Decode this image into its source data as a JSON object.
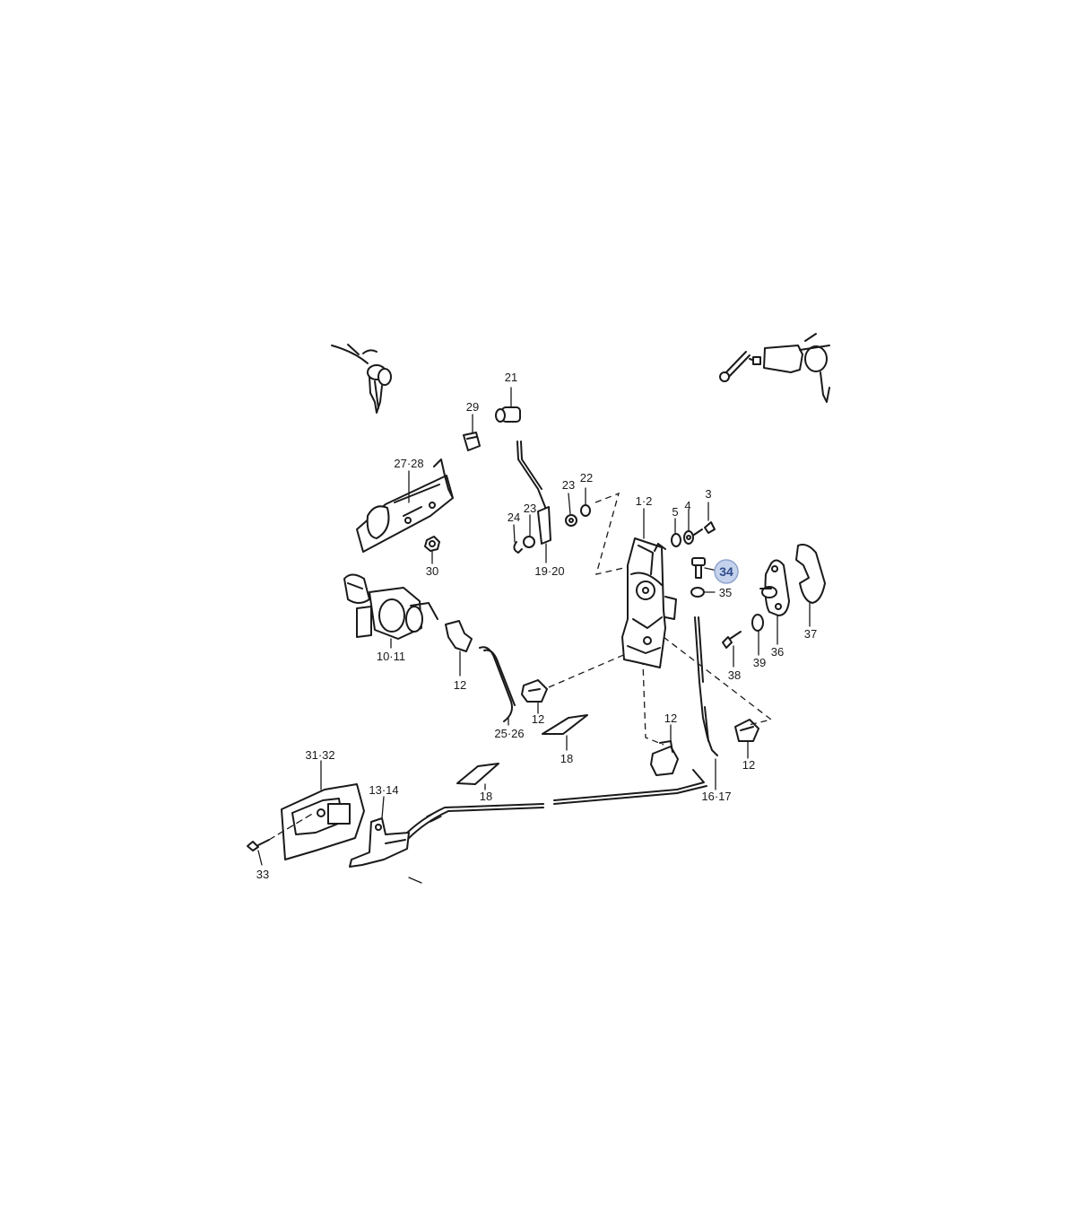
{
  "callouts": {
    "c21": "21",
    "c29": "29",
    "c27_28": "27·28",
    "c23a": "23",
    "c22": "22",
    "c24": "24",
    "c23b": "23",
    "c19_20": "19·20",
    "c1_2": "1·2",
    "c5": "5",
    "c4": "4",
    "c3": "3",
    "c30": "30",
    "c34": "34",
    "c35": "35",
    "c36": "36",
    "c37": "37",
    "c38": "38",
    "c39": "39",
    "c10_11": "10·11",
    "c12a": "12",
    "c25_26": "25·26",
    "c12b": "12",
    "c18a": "18",
    "c12c": "12",
    "c12d": "12",
    "c18b": "18",
    "c16_17": "16·17",
    "c31_32": "31·32",
    "c13_14": "13·14",
    "c33": "33"
  },
  "highlight": {
    "callout": "34",
    "color": "#c5d2ec"
  }
}
